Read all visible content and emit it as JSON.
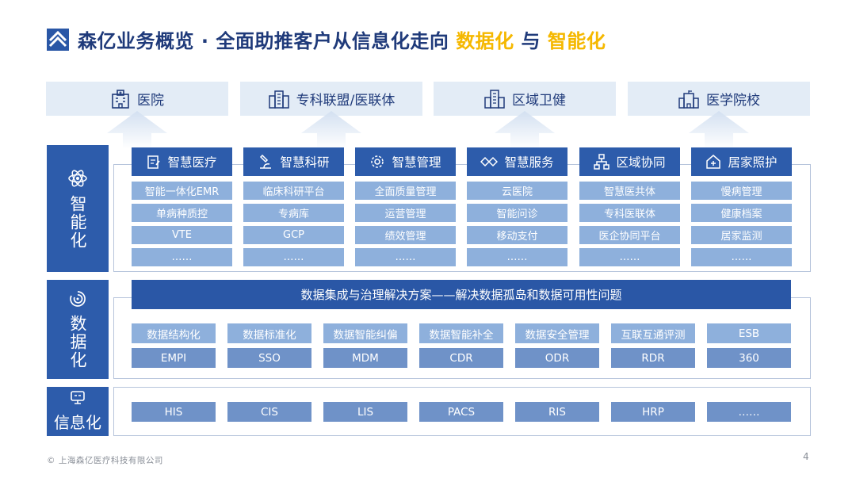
{
  "header": {
    "title_main": "森亿业务概览 · 全面助推客户从信息化走向 ",
    "hl1": "数据化",
    "mid": " 与 ",
    "hl2": "智能化"
  },
  "clients": [
    "医院",
    "专科联盟/医联体",
    "区域卫健",
    "医学院校"
  ],
  "categories": {
    "smart": "智能化",
    "data": "数据化",
    "info": "信息化"
  },
  "smart_modules": [
    {
      "title": "智慧医疗",
      "items": [
        "智能一体化EMR",
        "单病种质控",
        "VTE",
        "……"
      ]
    },
    {
      "title": "智慧科研",
      "items": [
        "临床科研平台",
        "专病库",
        "GCP",
        "……"
      ]
    },
    {
      "title": "智慧管理",
      "items": [
        "全面质量管理",
        "运营管理",
        "绩效管理",
        "……"
      ]
    },
    {
      "title": "智慧服务",
      "items": [
        "云医院",
        "智能问诊",
        "移动支付",
        "……"
      ]
    },
    {
      "title": "区域协同",
      "items": [
        "智慧医共体",
        "专科医联体",
        "医企协同平台",
        "……"
      ]
    },
    {
      "title": "居家照护",
      "items": [
        "慢病管理",
        "健康档案",
        "居家监测",
        "……"
      ]
    }
  ],
  "data_banner": "数据集成与治理解决方案——解决数据孤岛和数据可用性问题",
  "data_row1": [
    "数据结构化",
    "数据标准化",
    "数据智能纠偏",
    "数据智能补全",
    "数据安全管理",
    "互联互通评测",
    "ESB"
  ],
  "data_row2": [
    "EMPI",
    "SSO",
    "MDM",
    "CDR",
    "ODR",
    "RDR",
    "360"
  ],
  "info_row": [
    "HIS",
    "CIS",
    "LIS",
    "PACS",
    "RIS",
    "HRP",
    "……"
  ],
  "footer": "© 上海森亿医疗科技有限公司",
  "page_number": "4",
  "colors": {
    "primary": "#1f3a7a",
    "accent": "#f5b800",
    "module": "#2d5cab",
    "cell": "#8eb0dc",
    "cell_dark": "#6f92c8"
  }
}
